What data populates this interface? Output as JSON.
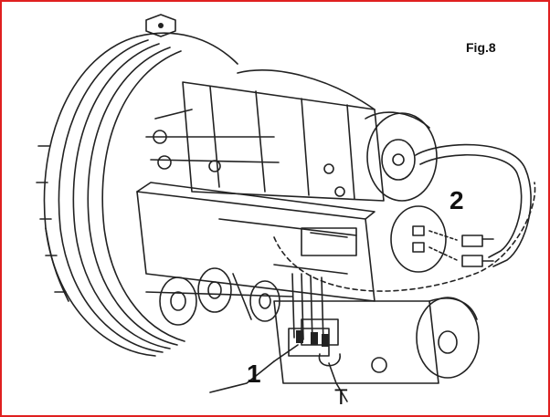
{
  "figure": {
    "label": "Fig.8",
    "frame_color": "#e02020"
  },
  "callouts": {
    "one": "1",
    "two": "2",
    "t": "T"
  }
}
